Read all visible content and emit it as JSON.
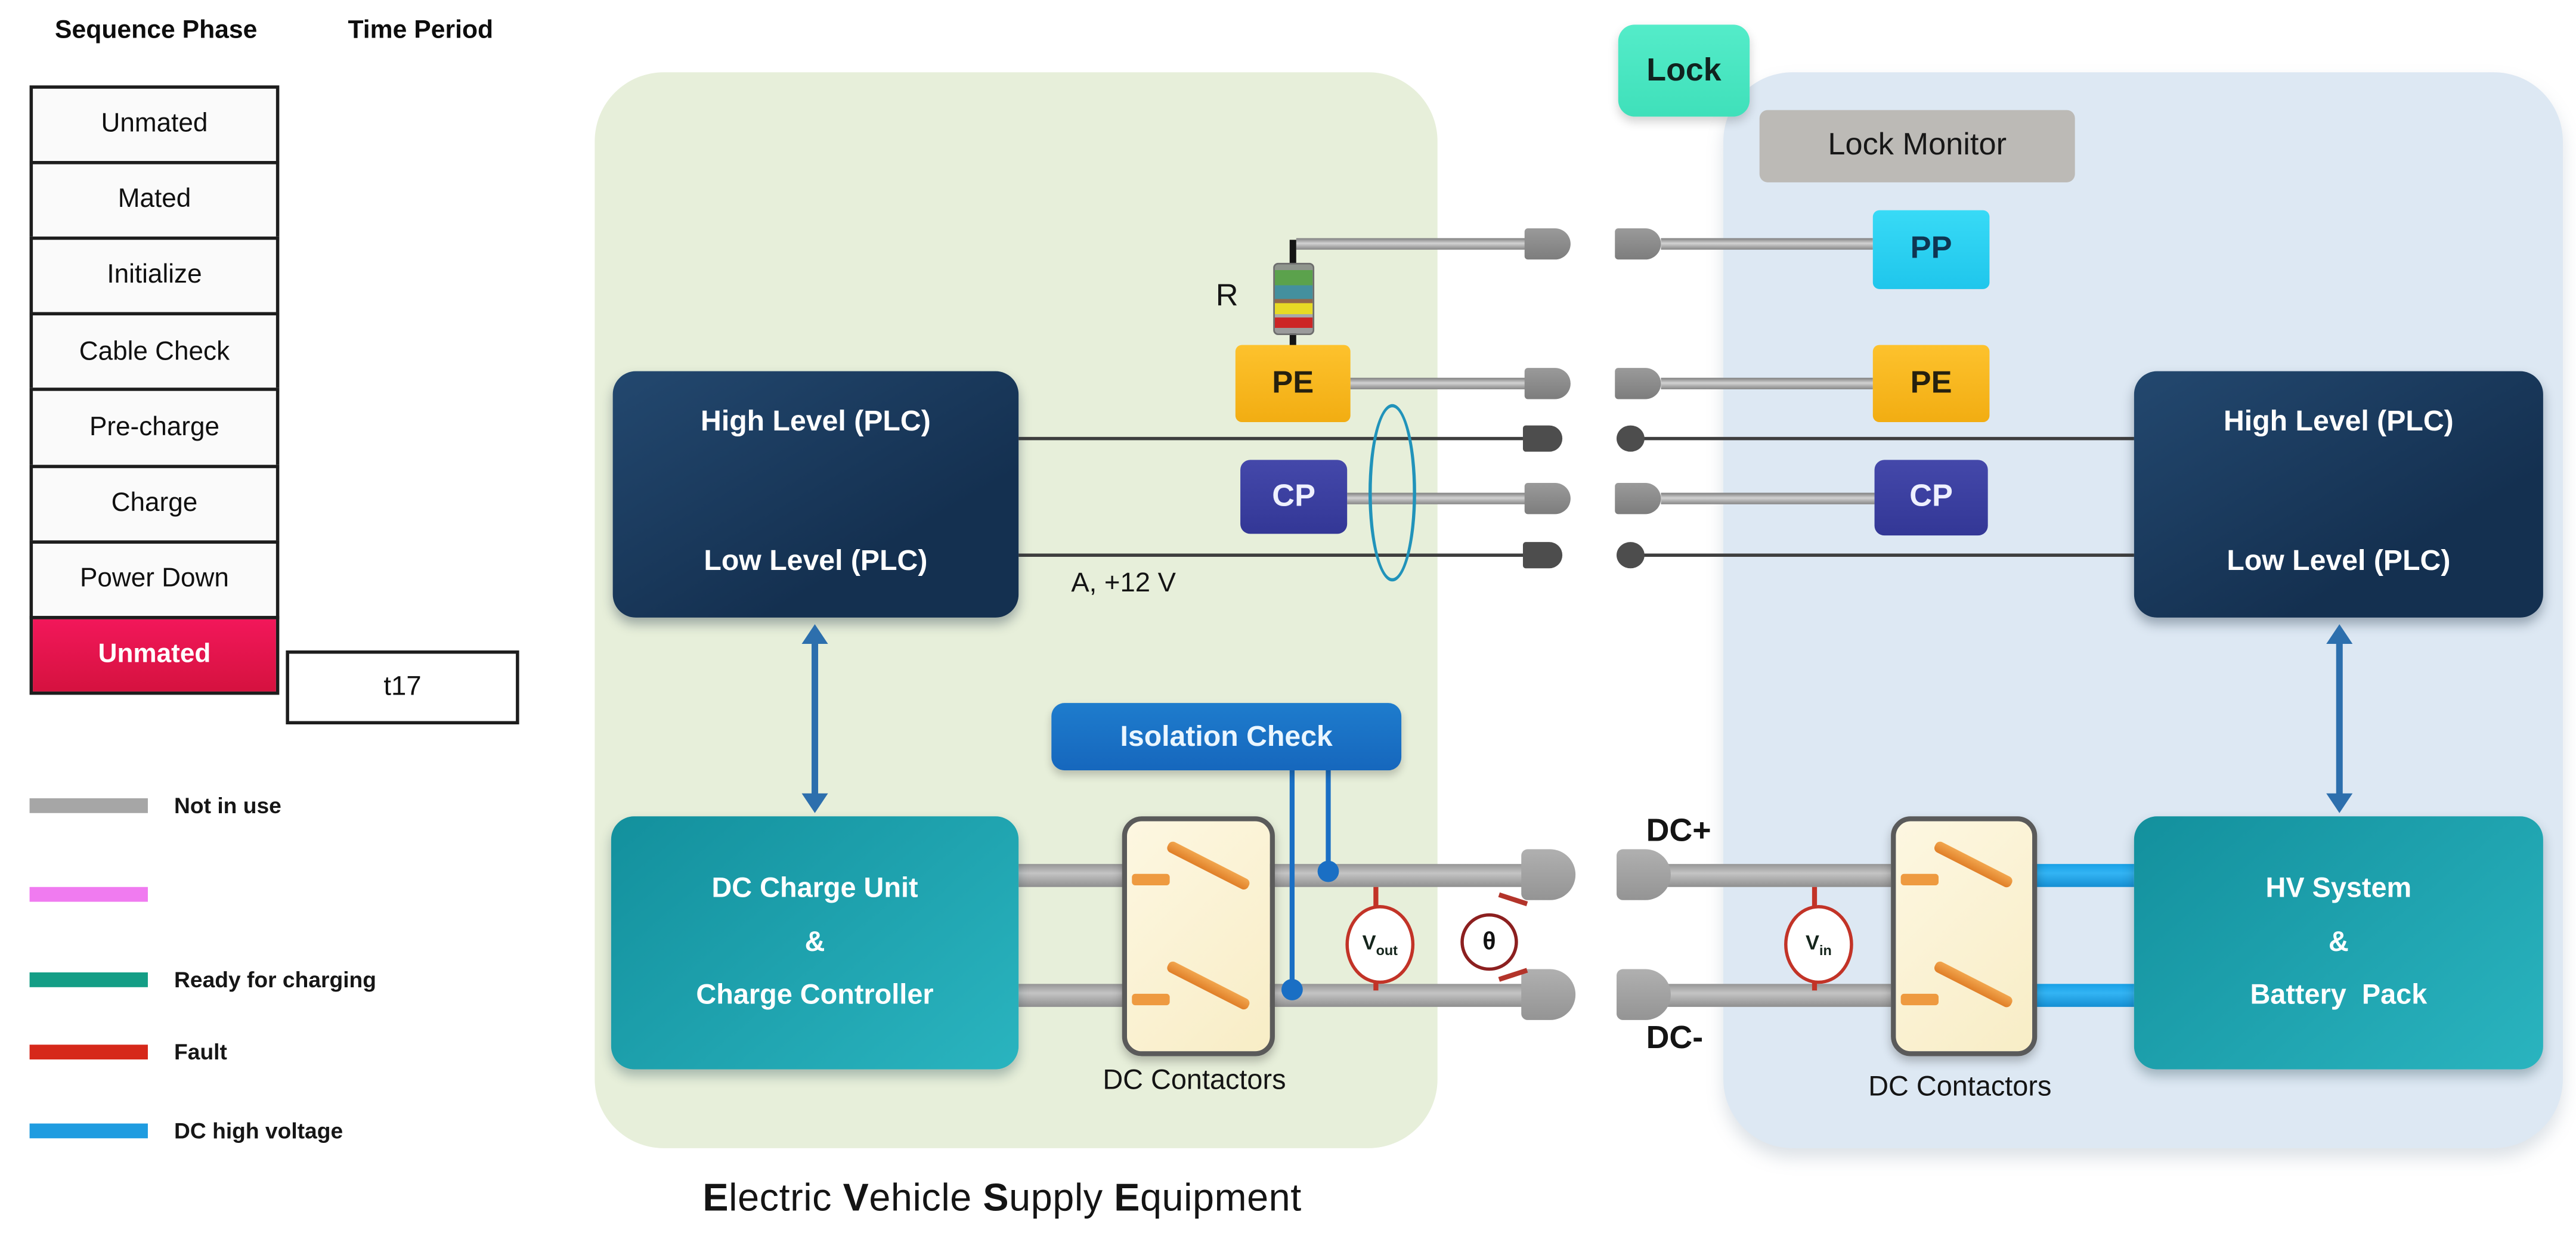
{
  "table": {
    "col1_header": "Sequence Phase",
    "col2_header": "Time Period",
    "rows": [
      "Unmated",
      "Mated",
      "Initialize",
      "Cable Check",
      "Pre-charge",
      "Charge",
      "Power Down",
      "Unmated"
    ],
    "highlight_index": 7,
    "time_value": "t17"
  },
  "legend": {
    "items": [
      {
        "label": "Not in use",
        "color": "#a6a6a6"
      },
      {
        "label": "",
        "color": "#f07bf0"
      },
      {
        "label": "Ready for charging",
        "color": "#149e86"
      },
      {
        "label": "Fault",
        "color": "#d6281a"
      },
      {
        "label": "DC high voltage",
        "color": "#1f9ce0"
      }
    ]
  },
  "evse": {
    "plc_box": {
      "line1": "High Level (PLC)",
      "line2": "Low Level (PLC)"
    },
    "charge_unit": {
      "line1": "DC Charge Unit",
      "line2": "&",
      "line3": "Charge Controller"
    },
    "isolation_check": "Isolation Check",
    "dc_contactors_label": "DC Contactors",
    "pe_label": "PE",
    "cp_label": "CP",
    "r_label": "R",
    "cp_annotation": "A, +12 V",
    "vout": {
      "main": "V",
      "sub": "out"
    },
    "theta": "θ"
  },
  "vehicle": {
    "lock": "Lock",
    "lock_monitor": "Lock Monitor",
    "pp_label": "PP",
    "pe_label": "PE",
    "cp_label": "CP",
    "plc_box": {
      "line1": "High Level (PLC)",
      "line2": "Low Level (PLC)"
    },
    "hv_box": {
      "line1": "HV System",
      "line2": "&",
      "line3": "Battery  Pack"
    },
    "dc_contactors_label": "DC Contactors",
    "vin": {
      "main": "V",
      "sub": "in"
    },
    "dc_plus": "DC+",
    "dc_minus": "DC-"
  },
  "title": {
    "words": [
      "Electric",
      "Vehicle",
      "Supply",
      "Equipment"
    ]
  },
  "colors": {
    "panel_evse_green": "#e7efda",
    "panel_vehicle_blue": "#dde8f3",
    "box_navy": "#1a3a5e",
    "box_teal": "#1ea2ae",
    "lock_teal": "#44e6c1",
    "lock_monitor_gray": "#bcbab6",
    "pp_cyan": "#2bd2f3",
    "pe_amber": "#f8b81f",
    "cp_indigo": "#3c409f",
    "isolation_blue": "#1a73c7",
    "highlight_row_red": "#e8134d",
    "wire_gray": "#a8a8a8",
    "dc_high_voltage_blue": "#1f9ce0",
    "fault_red": "#d6281a",
    "ready_teal": "#149e86",
    "not_in_use_gray": "#a6a6a6",
    "unlabeled_pink": "#f07bf0",
    "meter_red": "#c23327",
    "arrow_blue": "#2d6fad"
  }
}
